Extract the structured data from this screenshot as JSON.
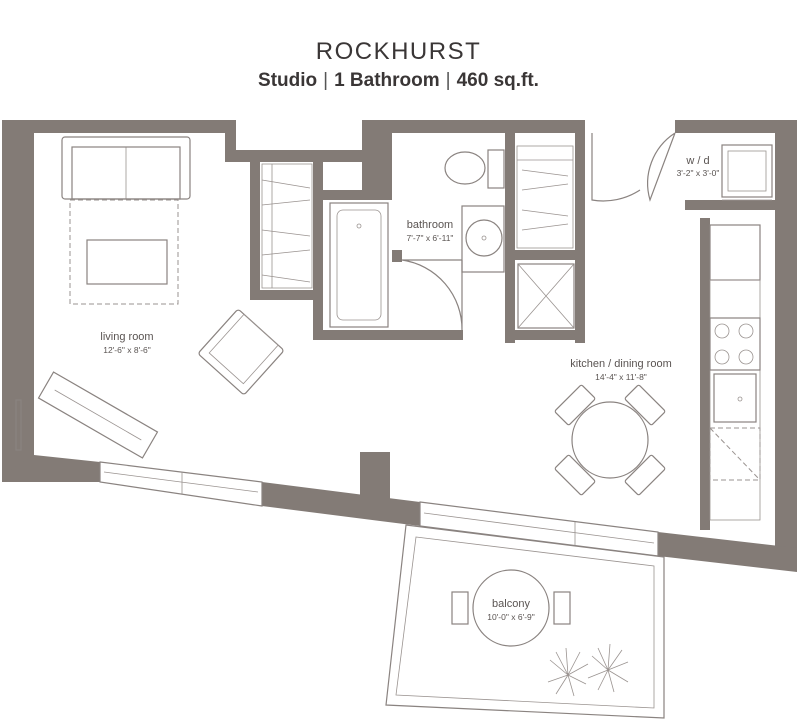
{
  "header": {
    "name": "ROCKHURST",
    "unit_type": "Studio",
    "bathrooms": "1 Bathroom",
    "area": "460 sq.ft.",
    "separator": "|"
  },
  "rooms": {
    "living_room": {
      "label": "living room",
      "dims": "12'-6\" x 8'-6\""
    },
    "bathroom": {
      "label": "bathroom",
      "dims": "7'-7\" x 6'-11\""
    },
    "washer_dryer": {
      "label": "w / d",
      "dims": "3'-2\" x 3'-0\""
    },
    "kitchen": {
      "label": "kitchen / dining room",
      "dims": "14'-4\" x 11'-8\""
    },
    "balcony": {
      "label": "balcony",
      "dims": "10'-0\" x 6'-9\""
    }
  },
  "colors": {
    "wall": "#837b76",
    "text": "#3a3636",
    "line": "#8a8380"
  }
}
